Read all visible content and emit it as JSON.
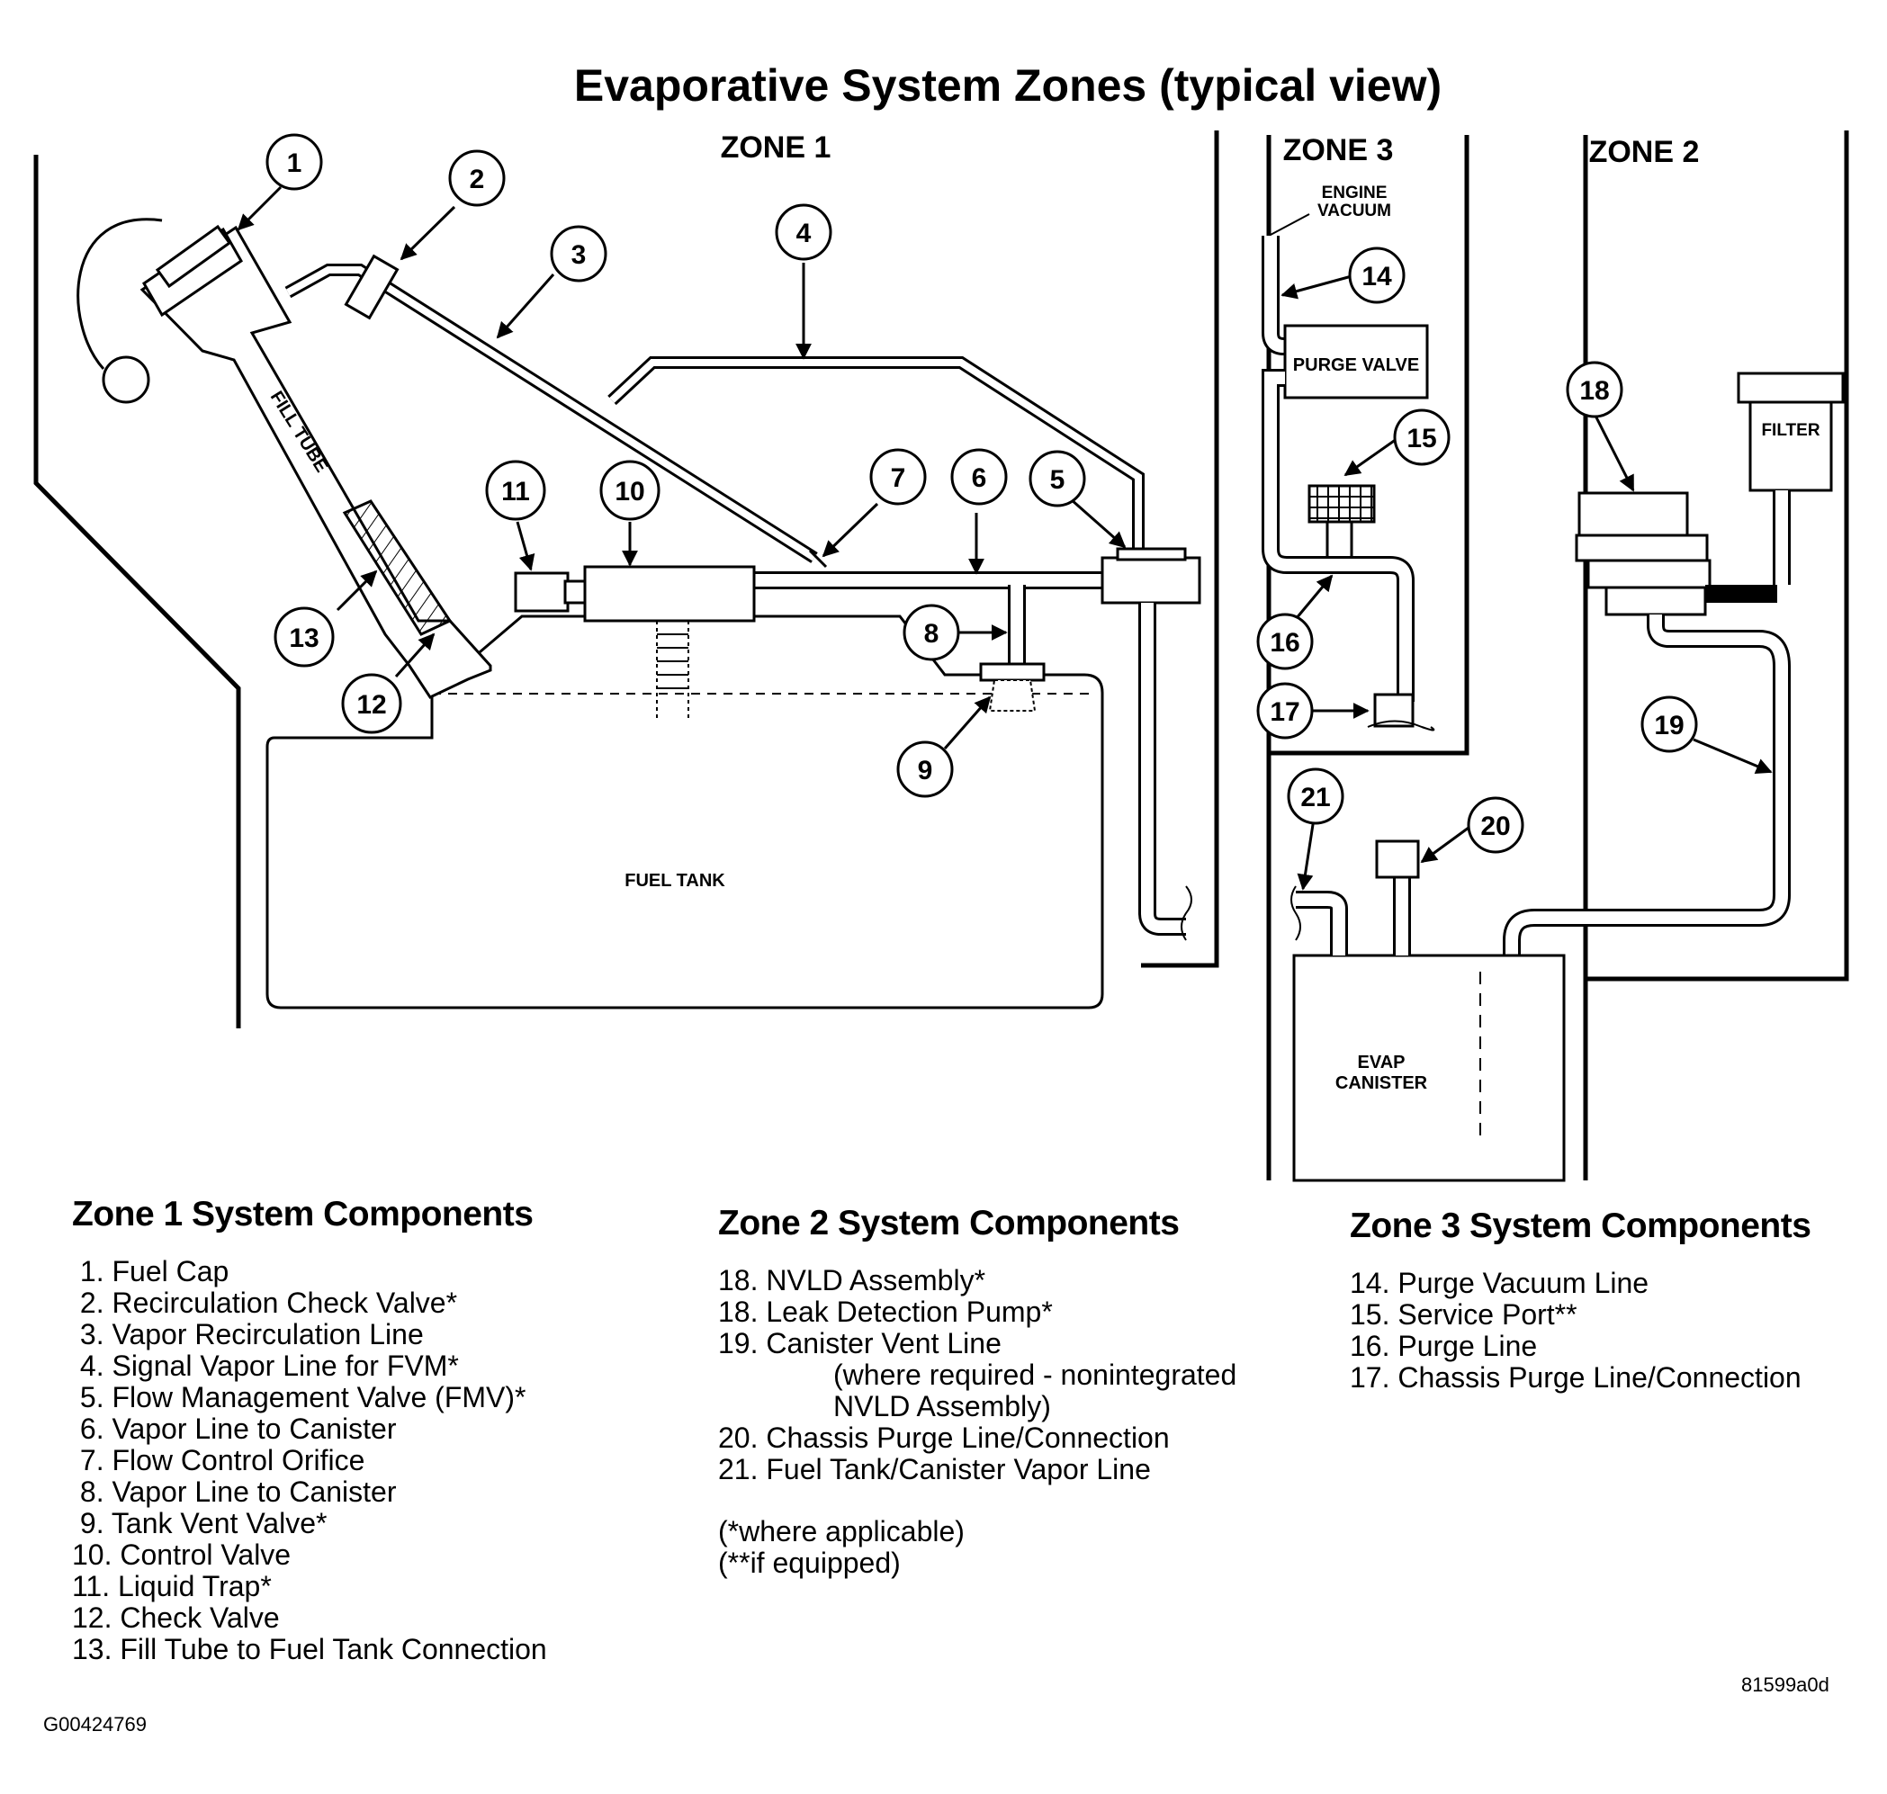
{
  "title": "Evaporative System Zones (typical view)",
  "zones": {
    "zone1": "ZONE 1",
    "zone2": "ZONE 2",
    "zone3": "ZONE 3"
  },
  "diagram_labels": {
    "engine_vacuum_line1": "ENGINE",
    "engine_vacuum_line2": "VACUUM",
    "purge_valve": "PURGE VALVE",
    "filter": "FILTER",
    "fill_tube": "FILL TUBE",
    "fuel_tank": "FUEL TANK",
    "evap_canister_line1": "EVAP",
    "evap_canister_line2": "CANISTER"
  },
  "callouts": [
    "1",
    "2",
    "3",
    "4",
    "5",
    "6",
    "7",
    "8",
    "9",
    "10",
    "11",
    "12",
    "13",
    "14",
    "15",
    "16",
    "17",
    "18",
    "19",
    "20",
    "21"
  ],
  "legend": {
    "zone1": {
      "heading": "Zone 1 System Components",
      "items": [
        " 1. Fuel Cap",
        " 2. Recirculation Check Valve*",
        " 3. Vapor Recirculation Line",
        " 4. Signal Vapor Line for FVM*",
        " 5. Flow Management Valve (FMV)*",
        " 6. Vapor Line to Canister",
        " 7. Flow Control Orifice",
        " 8. Vapor Line to Canister",
        " 9. Tank Vent Valve*",
        "10. Control Valve",
        "11. Liquid Trap*",
        "12. Check Valve",
        "13. Fill Tube to Fuel Tank Connection"
      ]
    },
    "zone2": {
      "heading": "Zone 2 System Components",
      "items": [
        "18. NVLD Assembly*",
        "18. Leak Detection Pump*",
        "19. Canister Vent Line"
      ],
      "sub_items": [
        "(where required - nonintegrated",
        "NVLD Assembly)"
      ],
      "items_after": [
        "20. Chassis Purge Line/Connection",
        "21. Fuel Tank/Canister Vapor Line"
      ],
      "notes": [
        "(*where applicable)",
        "(**if equipped)"
      ]
    },
    "zone3": {
      "heading": "Zone 3 System Components",
      "items": [
        "14. Purge Vacuum Line",
        "15. Service Port**",
        "16. Purge Line",
        "17. Chassis Purge Line/Connection"
      ]
    }
  },
  "figure_code": "81599a0d",
  "graphic_id": "G00424769"
}
